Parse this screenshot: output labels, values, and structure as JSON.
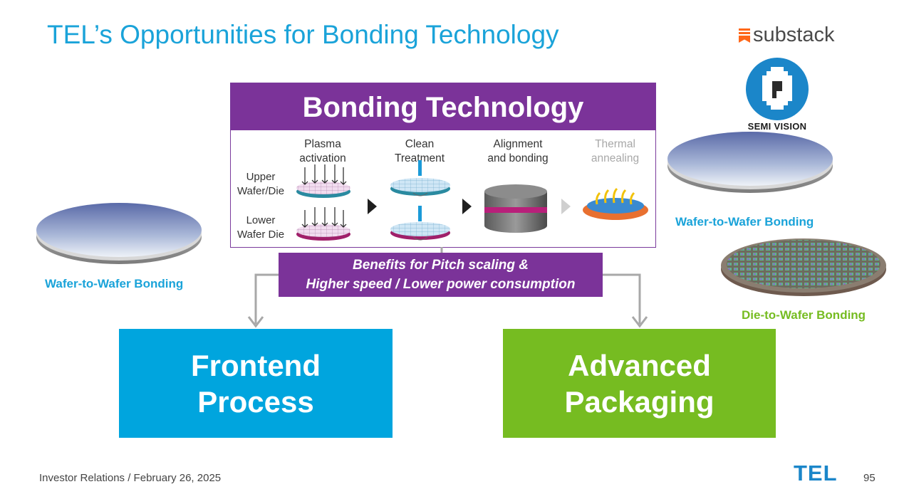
{
  "slide": {
    "title": "TEL’s Opportunities for Bonding Technology",
    "footer": "Investor Relations / February 26, 2025",
    "page_number": "95",
    "tel_logo": "TEL"
  },
  "watermarks": {
    "substack": "substack",
    "semivision": "SEMI VISION"
  },
  "bonding_box": {
    "header": "Bonding Technology",
    "steps": [
      {
        "line1": "Plasma",
        "line2": "activation"
      },
      {
        "line1": "Clean",
        "line2": "Treatment"
      },
      {
        "line1": "Alignment",
        "line2": "and bonding"
      },
      {
        "line1": "Thermal",
        "line2": "annealing"
      }
    ],
    "rows": [
      {
        "line1": "Upper",
        "line2": "Wafer/Die"
      },
      {
        "line1": "Lower",
        "line2": "Wafer Die"
      }
    ]
  },
  "benefits": {
    "line1": "Benefits for Pitch scaling &",
    "line2": "Higher speed / Lower power consumption"
  },
  "targets": {
    "frontend": {
      "line1": "Frontend",
      "line2": "Process"
    },
    "advanced": {
      "line1": "Advanced",
      "line2": "Packaging"
    }
  },
  "captions": {
    "left_wafer": "Wafer-to-Wafer Bonding",
    "right_wafer": "Wafer-to-Wafer Bonding",
    "die_wafer": "Die-to-Wafer Bonding"
  },
  "colors": {
    "title_blue": "#1aa3d9",
    "purple": "#7b3399",
    "frontend_blue": "#00a5de",
    "packaging_green": "#76bc21",
    "tel_blue": "#1b86c9"
  }
}
